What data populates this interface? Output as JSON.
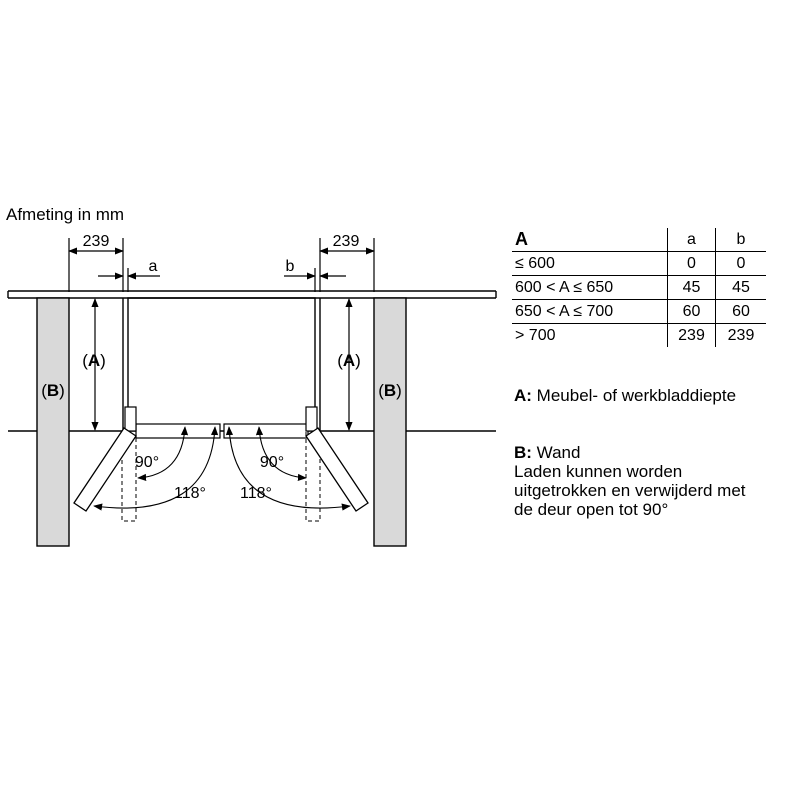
{
  "title": "Afmeting in mm",
  "dimensions": {
    "clearance_left": "239",
    "clearance_right": "239",
    "gap_a": "a",
    "gap_b": "b",
    "depth_label": "A",
    "wall_label": "B",
    "angle_open": "90°",
    "angle_max": "118°"
  },
  "table": {
    "headers": [
      "A",
      "a",
      "b"
    ],
    "rows": [
      [
        "≤ 600",
        "0",
        "0"
      ],
      [
        "600 < A ≤ 650",
        "45",
        "45"
      ],
      [
        "650 < A ≤ 700",
        "60",
        "60"
      ],
      [
        "> 700",
        "239",
        "239"
      ]
    ]
  },
  "legend": {
    "a_key": "A:",
    "a_text": " Meubel- of werkbladdiepte",
    "b_key": "B:",
    "b_text": " Wand",
    "b_note_1": "Laden kunnen worden",
    "b_note_2": "uitgetrokken en verwijderd met",
    "b_note_3": "de deur open tot 90°"
  },
  "colors": {
    "wall_fill": "#d9d9d9",
    "line": "#000000"
  }
}
